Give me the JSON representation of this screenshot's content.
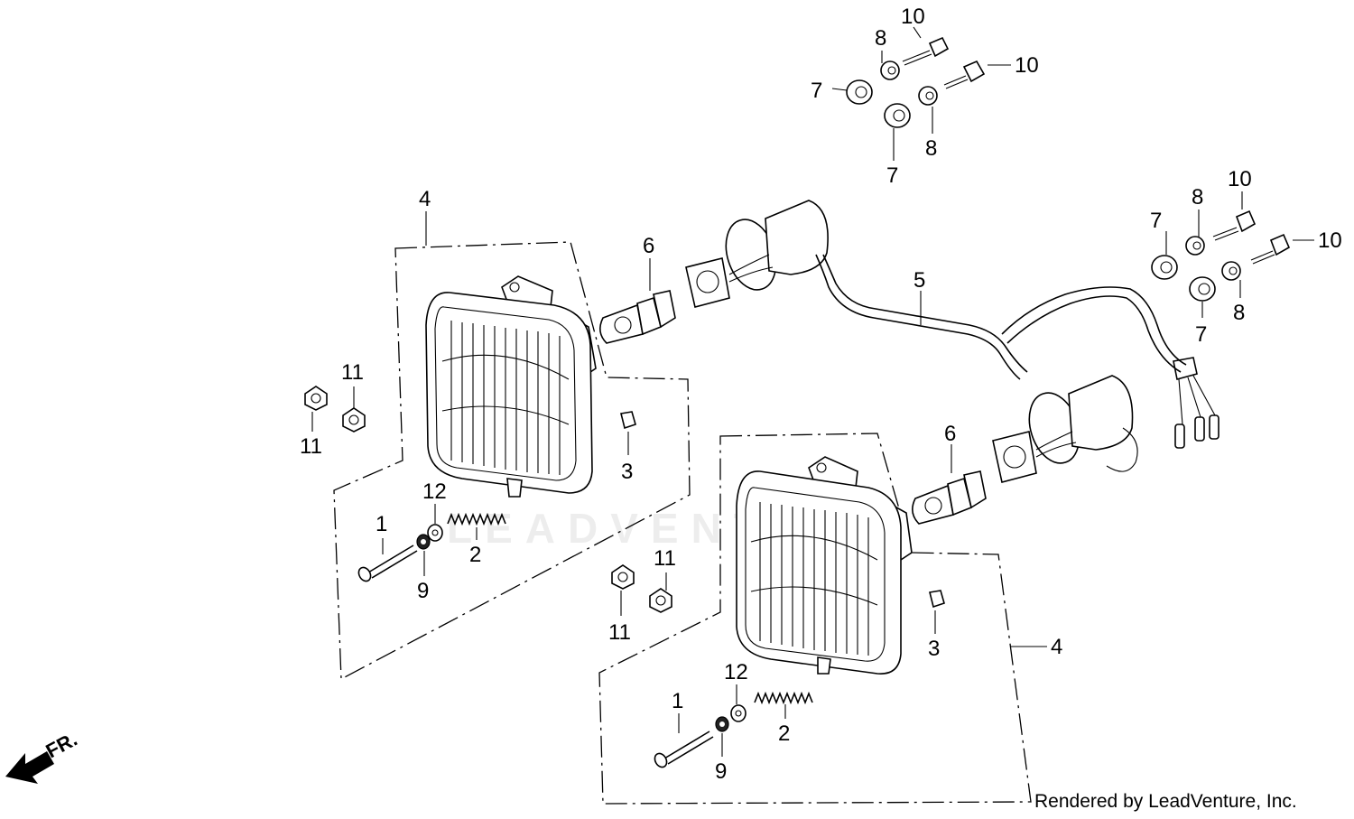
{
  "callouts": {
    "c1a": "1",
    "c1b": "1",
    "c2a": "2",
    "c2b": "2",
    "c3a": "3",
    "c3b": "3",
    "c4a": "4",
    "c4b": "4",
    "c5": "5",
    "c6a": "6",
    "c6b": "6",
    "c7a": "7",
    "c7b": "7",
    "c7c": "7",
    "c7d": "7",
    "c8a": "8",
    "c8b": "8",
    "c8c": "8",
    "c8d": "8",
    "c9a": "9",
    "c9b": "9",
    "c10a": "10",
    "c10b": "10",
    "c10c": "10",
    "c10d": "10",
    "c11a": "11",
    "c11b": "11",
    "c11c": "11",
    "c11d": "11",
    "c12a": "12",
    "c12b": "12"
  },
  "front_label": "FR.",
  "credit": "Rendered by LeadVenture, Inc.",
  "watermark": "LEADVENTURE"
}
